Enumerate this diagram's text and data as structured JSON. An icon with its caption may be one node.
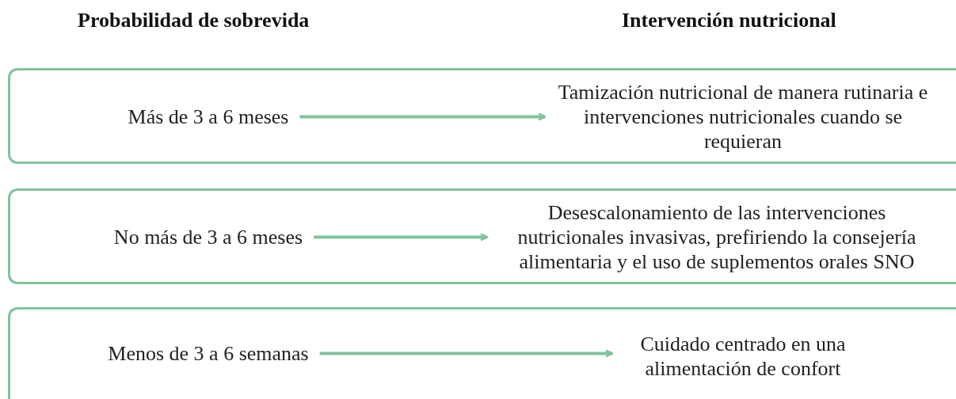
{
  "diagram": {
    "nodes": [
      {
        "text": [],
        "shape": "box"
      },
      {
        "text": [
          "Más de 3 a 6 meses"
        ],
        "in": 0
      },
      {
        "text": [
          "Tamización nutricional de manera rutinaria e intervenciones nutricionales cuando se requieran"
        ],
        "in": 0
      },
      {
        "text": [],
        "shape": "box"
      },
      {
        "text": [
          "No más de 3 a 6 meses"
        ],
        "in": 3
      },
      {
        "text": [
          "Desescalonamiento de las intervenciones nutricionales invasivas, prefiriendo la consejería alimentaria y el uso de suplementos orales SNO"
        ],
        "in": 3
      },
      {
        "text": [],
        "shape": "box"
      },
      {
        "text": [
          "Menos de 3 a 6 semanas"
        ],
        "in": 6
      },
      {
        "text": [
          "Cuidado centrado en una alimentación de confort"
        ],
        "in": 6
      }
    ],
    "edges": [
      {
        "from": 1,
        "to": 2,
        "arrow": "to"
      },
      {
        "from": 4,
        "to": 5,
        "arrow": "to"
      },
      {
        "from": 7,
        "to": 8,
        "arrow": "to"
      }
    ],
    "labels": [
      "Probabilidad de sobrevida",
      "Intervención nutricional"
    ]
  }
}
